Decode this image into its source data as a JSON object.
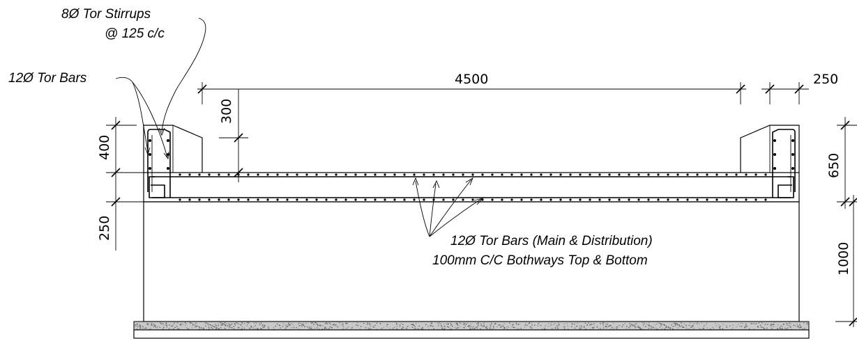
{
  "annotations": {
    "stirrups_line1": "8Ø Tor Stirrups",
    "stirrups_line2": "@ 125 c/c",
    "tor_bars": "12Ø Tor Bars",
    "main_line1": "12Ø Tor Bars (Main & Distribution)",
    "main_line2": "100mm C/C Bothways Top & Bottom"
  },
  "dimensions": {
    "span": "4500",
    "parapet_width": "250",
    "parapet_gap": "300",
    "parapet_height_left": "400",
    "slab_thickness": "250",
    "total_height_right": "650",
    "base_height": "1000"
  }
}
